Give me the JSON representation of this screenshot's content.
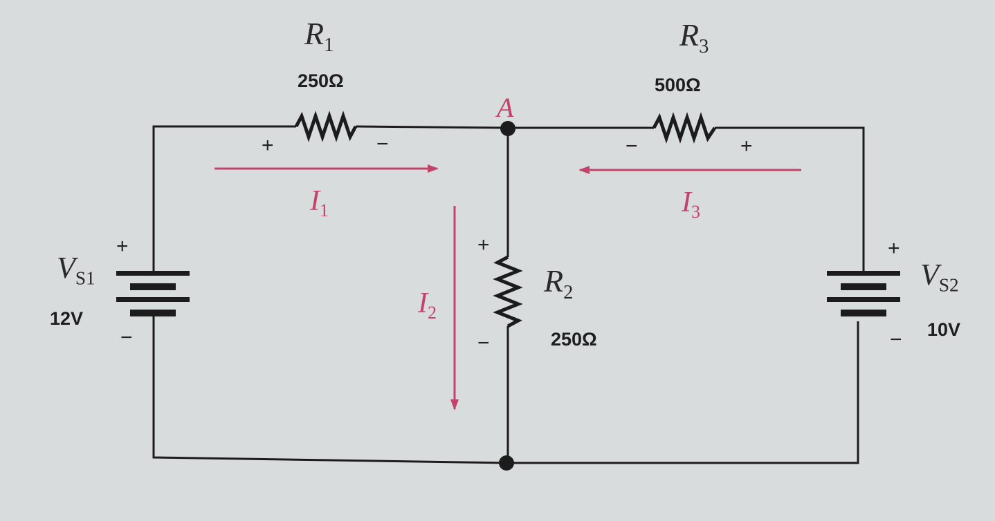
{
  "colors": {
    "wire": "#1c1c1c",
    "current_arrow": "#c2446a",
    "background": "#d9dcdc"
  },
  "node": {
    "label": "A"
  },
  "r1": {
    "symbol": "R",
    "sub": "1",
    "value": "250Ω",
    "plus": "+",
    "minus": "−"
  },
  "r2": {
    "symbol": "R",
    "sub": "2",
    "value": "250Ω",
    "plus": "+",
    "minus": "−"
  },
  "r3": {
    "symbol": "R",
    "sub": "3",
    "value": "500Ω",
    "plus": "+",
    "minus": "−"
  },
  "vs1": {
    "symbol": "V",
    "sub": "S1",
    "value": "12V",
    "plus": "+",
    "minus": "−"
  },
  "vs2": {
    "symbol": "V",
    "sub": "S2",
    "value": "10V",
    "plus": "+",
    "minus": "−"
  },
  "currents": {
    "i1": {
      "symbol": "I",
      "sub": "1"
    },
    "i2": {
      "symbol": "I",
      "sub": "2"
    },
    "i3": {
      "symbol": "I",
      "sub": "3"
    }
  }
}
